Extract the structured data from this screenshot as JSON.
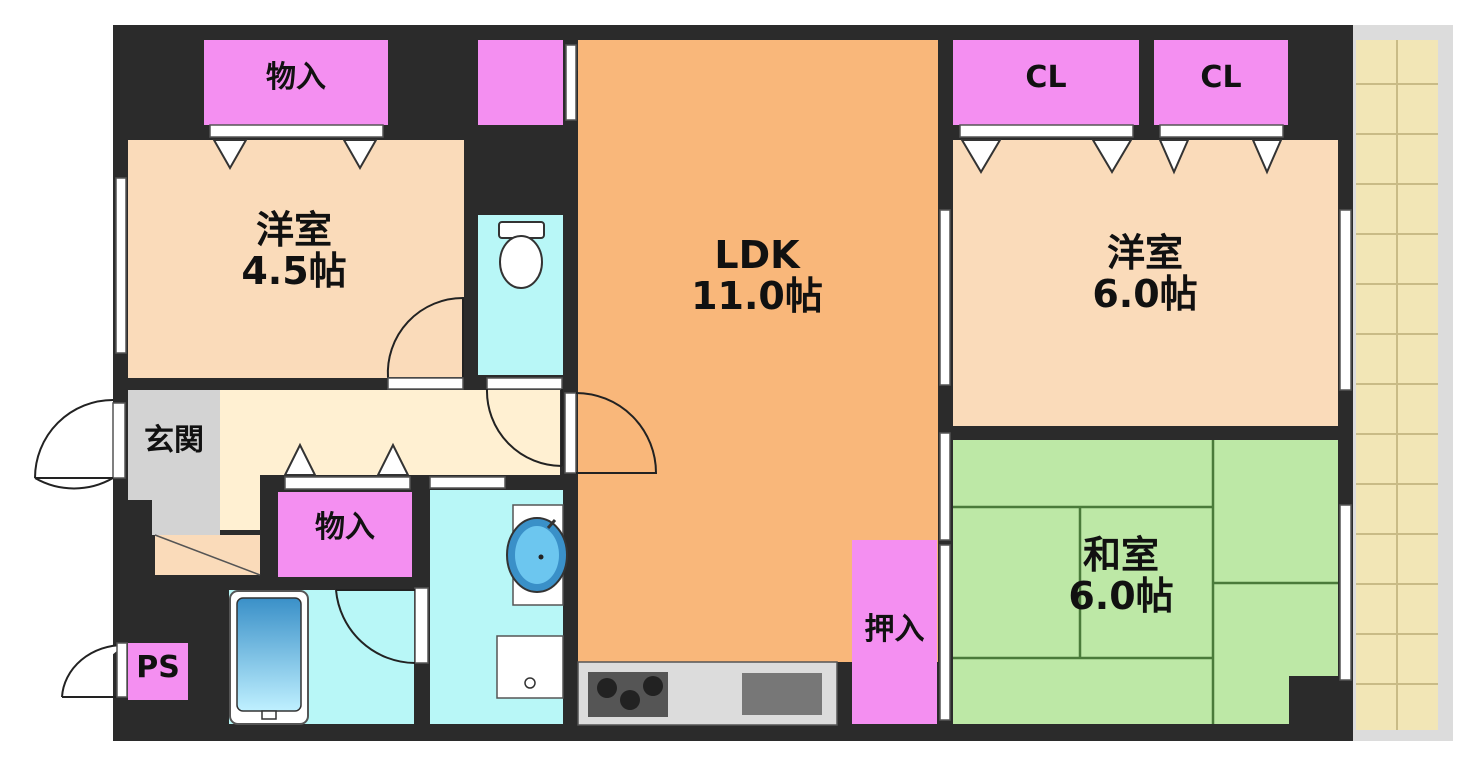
{
  "rooms": {
    "western_a": {
      "name": "洋室",
      "size": "4.5帖"
    },
    "ldk": {
      "name": "LDK",
      "size": "11.0帖"
    },
    "western_b": {
      "name": "洋室",
      "size": "6.0帖"
    },
    "japanese": {
      "name": "和室",
      "size": "6.0帖"
    }
  },
  "storage": {
    "closet_top_left": "物入",
    "closet_hall": "物入",
    "cl_1": "CL",
    "cl_2": "CL",
    "oshiire": "押入"
  },
  "labels": {
    "entrance": "玄関",
    "ps": "PS"
  },
  "colors": {
    "wall": "#2b2b2b",
    "western_room": "#fadbba",
    "ldk": "#f9b77a",
    "japanese_room": "#bde8a6",
    "tatami_line": "#4a7a3a",
    "storage": "#f48ff1",
    "wet_area": "#b8f7f7",
    "hallway": "#fff0d2",
    "entrance": "#d3d3d3",
    "balcony": "#f2e6b6",
    "kitchen_counter": "#dcdcdc"
  }
}
